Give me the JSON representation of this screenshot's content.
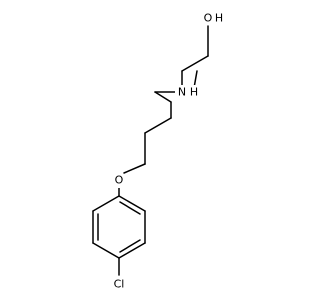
{
  "molecule": {
    "atom_labels": {
      "chlorine": "Cl",
      "ether_oxygen": "O",
      "amine": "N",
      "amine_h": "H",
      "hydroxyl_o": "O",
      "hydroxyl_h": "H"
    },
    "colors": {
      "bond": "#000000",
      "text": "#000000",
      "background": "#ffffff"
    }
  }
}
